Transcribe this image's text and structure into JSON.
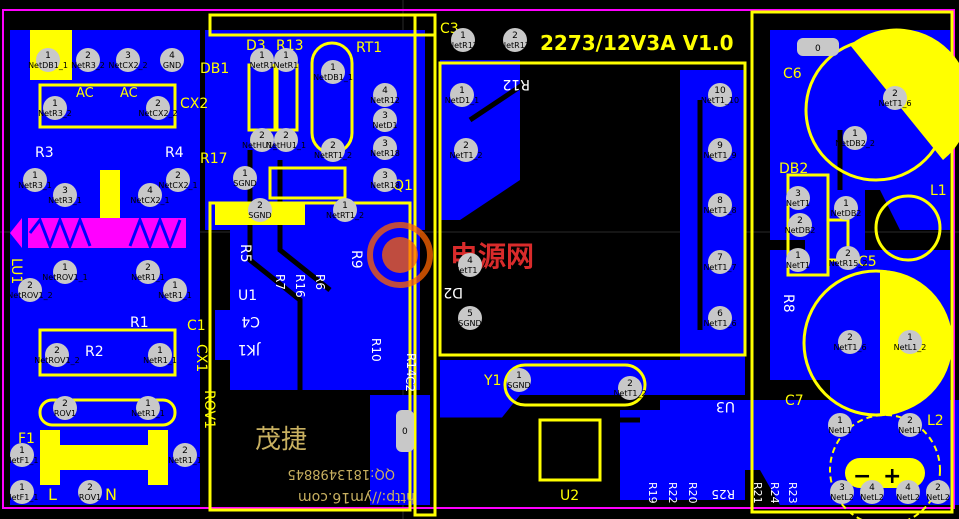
{
  "board": {
    "title": "2273/12V3A  V1.0",
    "watermark": "电源网",
    "signature": "茂捷",
    "phone": "QQ:1813498845",
    "url": "http://ym16.com"
  },
  "labels": {
    "db1": "DB1",
    "cx2": "CX2",
    "ac1": "AC",
    "ac2": "AC",
    "r3": "R3",
    "r4": "R4",
    "lu1": "LU1",
    "r1": "R1",
    "r2": "R2",
    "c1": "C1",
    "cx1": "CX1",
    "rov1": "ROV1",
    "f1": "F1",
    "l": "L",
    "n": "N",
    "d3": "D3",
    "r13": "R13",
    "rt1": "RT1",
    "r17": "R17",
    "q1": "Q1",
    "r5": "R5",
    "u1": "U1",
    "c4": "C4",
    "jk1": "JK1",
    "r9": "R9",
    "c3": "C3",
    "r12": "R12",
    "d2": "D2",
    "y1": "Y1",
    "u2": "U2",
    "u3": "U3",
    "r25": "R25",
    "c6": "C6",
    "db2": "DB2",
    "l1": "L1",
    "c5": "C5",
    "c7": "C7",
    "l2": "L2",
    "r8": "R8",
    "r10": "R10",
    "c2": "C2",
    "r14": "R14",
    "r7": "R7",
    "r16": "R16",
    "r6": "R6",
    "r19": "R19",
    "r22": "R22",
    "r20": "R20",
    "r21": "R21",
    "r24": "R24",
    "r23": "R23",
    "zero1": "0",
    "zero2": "0",
    "minus": "−",
    "plus": "+"
  },
  "pads": [
    {
      "num": "1",
      "net": "NetDB1_1"
    },
    {
      "num": "2",
      "net": "NetR3_2"
    },
    {
      "num": "3",
      "net": "NetCX2_2"
    },
    {
      "num": "4",
      "net": "GND"
    },
    {
      "num": "1",
      "net": "NetR3_2"
    },
    {
      "num": "2",
      "net": "NetCX2_2"
    },
    {
      "num": "1",
      "net": "NetR3_1"
    },
    {
      "num": "2",
      "net": "NetCX2_1"
    },
    {
      "num": "3",
      "net": "NetR3_1"
    },
    {
      "num": "4",
      "net": "NetCX2_1"
    },
    {
      "num": "1",
      "net": "NetROV1_1"
    },
    {
      "num": "2",
      "net": "NetR1_1"
    },
    {
      "num": "2",
      "net": "NetROV1_2"
    },
    {
      "num": "1",
      "net": "NetR1_1"
    },
    {
      "num": "2",
      "net": "NetROV1_2"
    },
    {
      "num": "1",
      "net": "NetR1_1"
    },
    {
      "num": "2",
      "net": "ROV1"
    },
    {
      "num": "1",
      "net": "NetR1_1"
    },
    {
      "num": "1",
      "net": "NetF1_1"
    },
    {
      "num": "2",
      "net": "NetR1_1"
    },
    {
      "num": "1",
      "net": "NetF1_1"
    },
    {
      "num": "2",
      "net": "ROV1"
    },
    {
      "num": "1",
      "net": "NetR1"
    },
    {
      "num": "1",
      "net": "NetR1"
    },
    {
      "num": "2",
      "net": "NetHU1_1"
    },
    {
      "num": "2",
      "net": "NetHU1_1"
    },
    {
      "num": "1",
      "net": "NetDB1_1"
    },
    {
      "num": "2",
      "net": "NetRT1_2"
    },
    {
      "num": "1",
      "net": "SGND"
    },
    {
      "num": "2",
      "net": "SGND"
    },
    {
      "num": "1",
      "net": "NetRT1_2"
    },
    {
      "num": "4",
      "net": "NetR12"
    },
    {
      "num": "3",
      "net": "NetD1"
    },
    {
      "num": "3",
      "net": "NetR18"
    },
    {
      "num": "3",
      "net": "NetR18"
    },
    {
      "num": "1",
      "net": "NetR12"
    },
    {
      "num": "2",
      "net": "NetR12"
    },
    {
      "num": "1",
      "net": "NetD1_1"
    },
    {
      "num": "2",
      "net": "NetT1_2"
    },
    {
      "num": "4",
      "net": "NetT1_4"
    },
    {
      "num": "5",
      "net": "SGND"
    },
    {
      "num": "10",
      "net": "NetT1_10"
    },
    {
      "num": "9",
      "net": "NetT1_9"
    },
    {
      "num": "8",
      "net": "NetT1_8"
    },
    {
      "num": "7",
      "net": "NetT1_7"
    },
    {
      "num": "6",
      "net": "NetT1_6"
    },
    {
      "num": "1",
      "net": "SGND"
    },
    {
      "num": "2",
      "net": "NetT1_2"
    },
    {
      "num": "2",
      "net": "NetT1_6"
    },
    {
      "num": "1",
      "net": "NetDB2_2"
    },
    {
      "num": "3",
      "net": "NetT1"
    },
    {
      "num": "2",
      "net": "NetDB2"
    },
    {
      "num": "1",
      "net": "NetT1"
    },
    {
      "num": "1",
      "net": "NetDB2"
    },
    {
      "num": "2",
      "net": "NetR15_2"
    },
    {
      "num": "2",
      "net": "NetT1_6"
    },
    {
      "num": "1",
      "net": "NetL1_2"
    },
    {
      "num": "1",
      "net": "NetL1"
    },
    {
      "num": "2",
      "net": "NetL1"
    },
    {
      "num": "3",
      "net": "NetL2"
    },
    {
      "num": "4",
      "net": "NetL2"
    },
    {
      "num": "4",
      "net": "NetL2"
    },
    {
      "num": "2",
      "net": "NetL2"
    }
  ]
}
